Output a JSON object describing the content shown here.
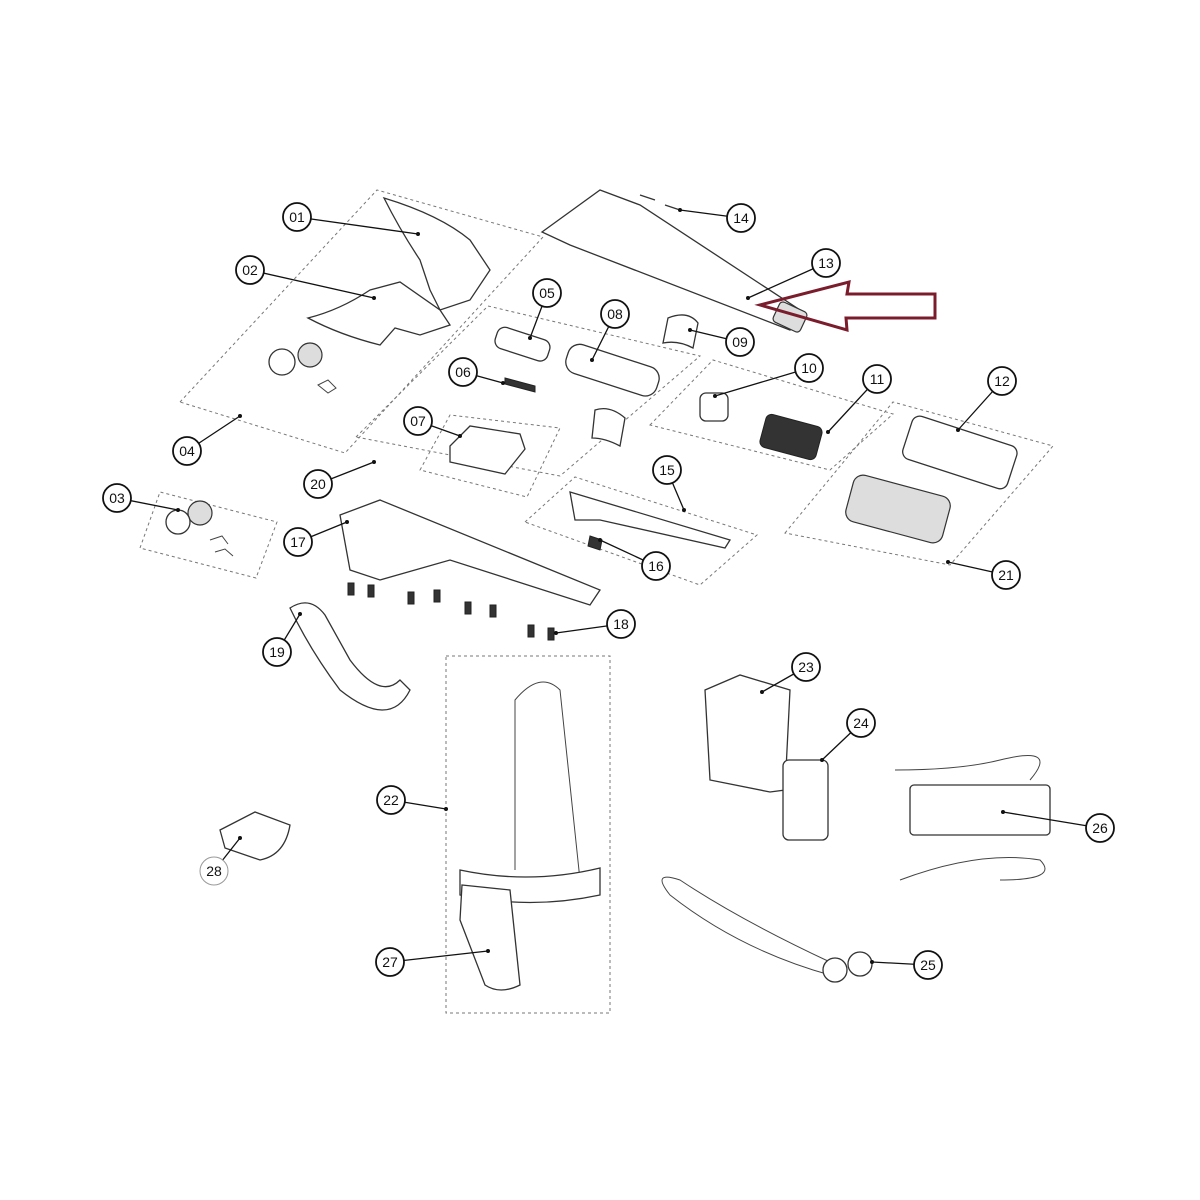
{
  "diagram": {
    "type": "exploded-parts-view",
    "highlight_color": "#7b1c2c",
    "highlighted_part": "13",
    "callouts": [
      {
        "id": "c01",
        "label": "01"
      },
      {
        "id": "c02",
        "label": "02"
      },
      {
        "id": "c03",
        "label": "03"
      },
      {
        "id": "c04",
        "label": "04"
      },
      {
        "id": "c05",
        "label": "05"
      },
      {
        "id": "c06",
        "label": "06"
      },
      {
        "id": "c07",
        "label": "07"
      },
      {
        "id": "c08",
        "label": "08"
      },
      {
        "id": "c09",
        "label": "09"
      },
      {
        "id": "c10",
        "label": "10"
      },
      {
        "id": "c11",
        "label": "11"
      },
      {
        "id": "c12",
        "label": "12"
      },
      {
        "id": "c13",
        "label": "13"
      },
      {
        "id": "c14",
        "label": "14"
      },
      {
        "id": "c15",
        "label": "15"
      },
      {
        "id": "c16",
        "label": "16"
      },
      {
        "id": "c17",
        "label": "17"
      },
      {
        "id": "c18",
        "label": "18"
      },
      {
        "id": "c19",
        "label": "19"
      },
      {
        "id": "c20",
        "label": "20"
      },
      {
        "id": "c21",
        "label": "21"
      },
      {
        "id": "c22",
        "label": "22"
      },
      {
        "id": "c23",
        "label": "23"
      },
      {
        "id": "c24",
        "label": "24"
      },
      {
        "id": "c25",
        "label": "25"
      },
      {
        "id": "c26",
        "label": "26"
      },
      {
        "id": "c27",
        "label": "27"
      },
      {
        "id": "c28",
        "label": "28"
      }
    ]
  }
}
